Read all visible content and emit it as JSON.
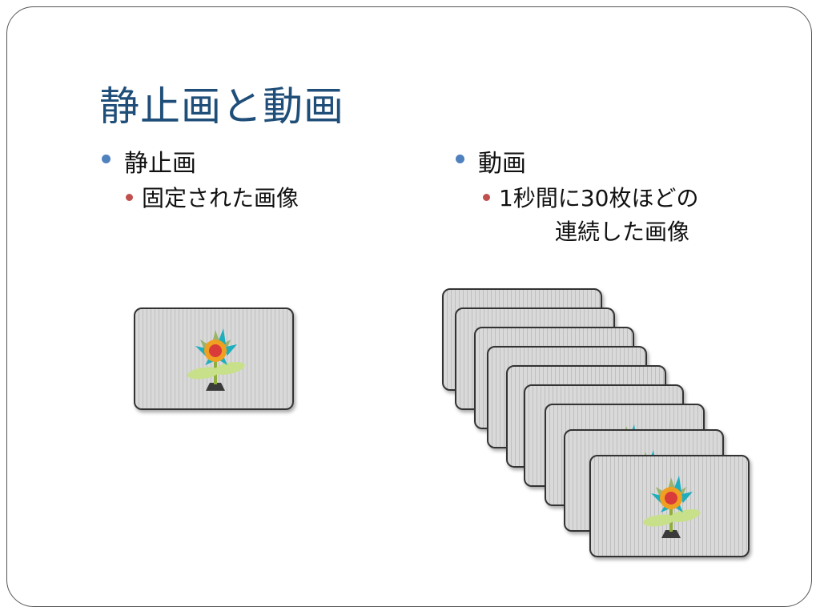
{
  "slide": {
    "title": "静止画と動画",
    "left": {
      "bullet": "静止画",
      "sub_lines": [
        "固定された画像"
      ]
    },
    "right": {
      "bullet": "動画",
      "sub_lines": [
        "1秒間に30枚ほどの",
        "連続した画像"
      ]
    }
  },
  "colors": {
    "title": "#1f4e79",
    "bullet_dot": "#4f81bd",
    "sub_dot": "#c0504d"
  },
  "icons": {
    "frame_image": "flower-icon"
  }
}
